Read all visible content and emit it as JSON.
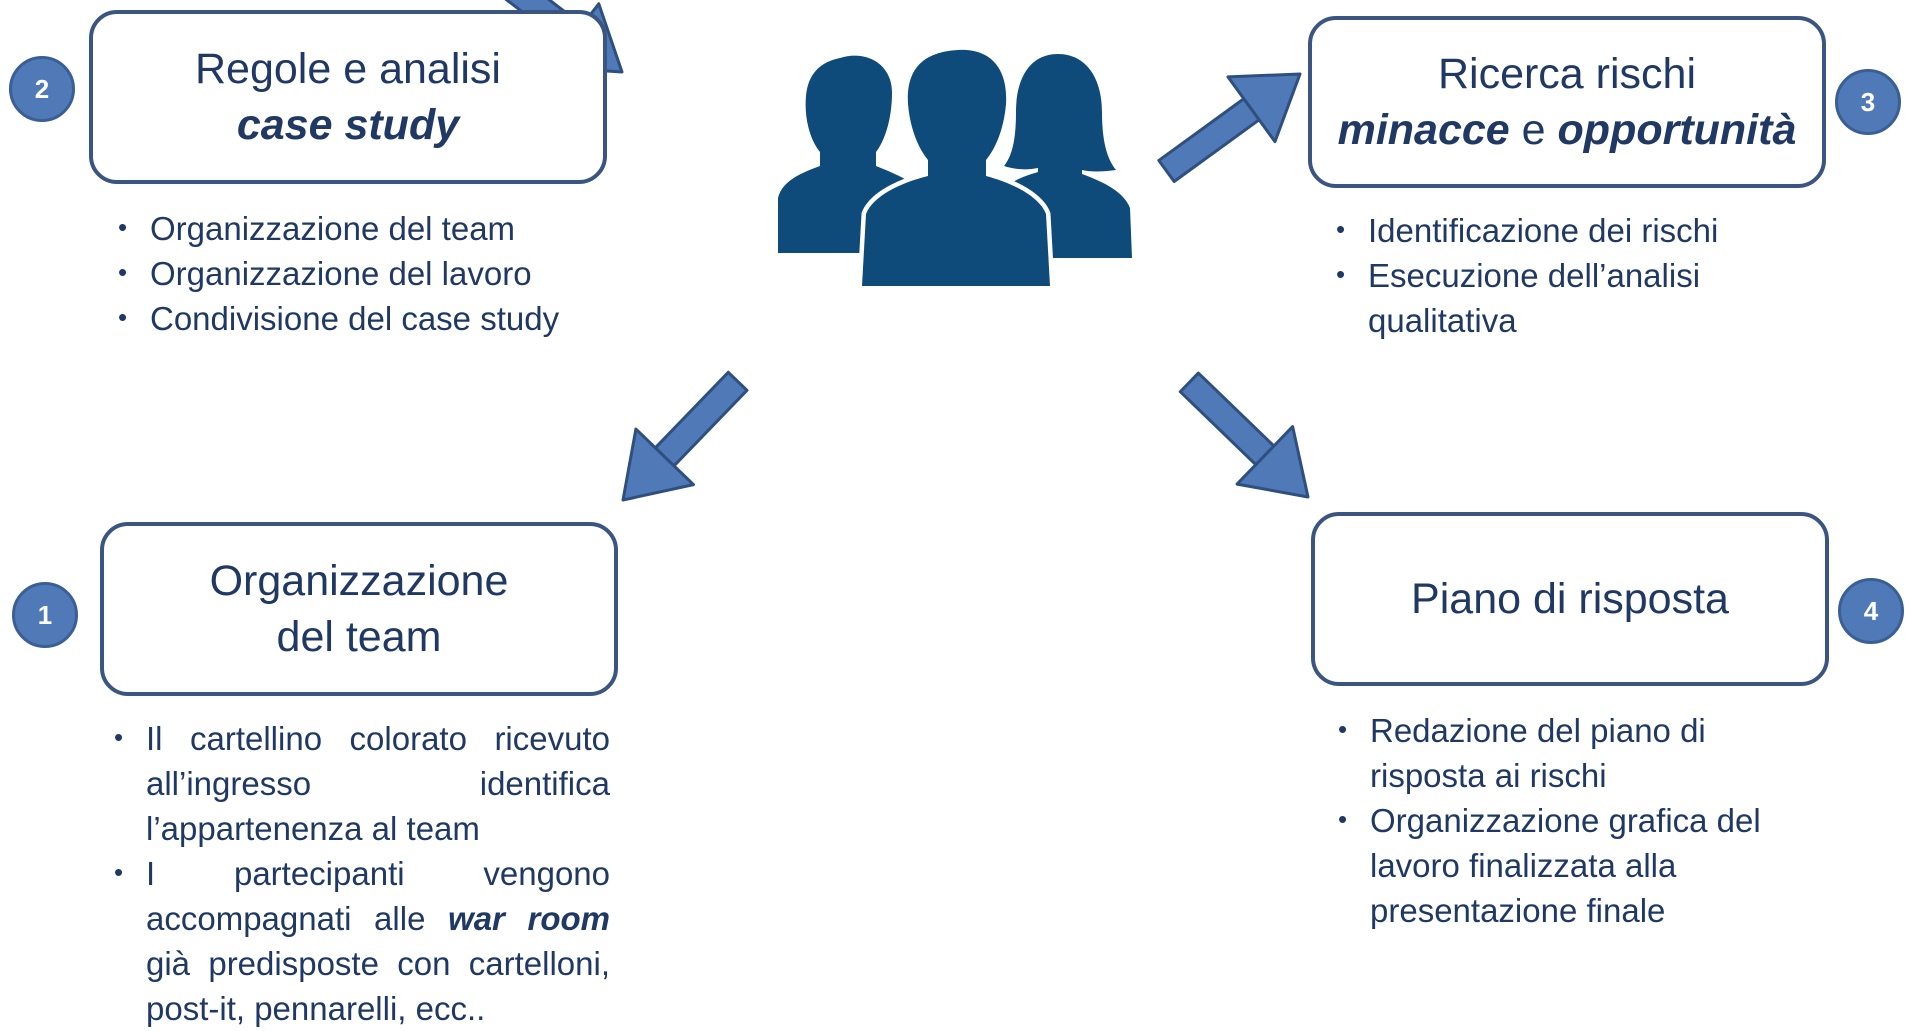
{
  "steps": [
    {
      "number": "2",
      "title_line1": "Regole e analisi",
      "title_line2_emph": "case study",
      "bullets": [
        "Organizzazione del team",
        "Organizzazione del lavoro",
        "Condivisione del case study"
      ]
    },
    {
      "number": "3",
      "title_line1": "Ricerca rischi",
      "title_emph_a": "minacce",
      "title_join": " e ",
      "title_emph_b": "opportunità",
      "bullets": [
        "Identificazione dei rischi",
        "Esecuzione dell’analisi qualitativa"
      ]
    },
    {
      "number": "1",
      "title_line1": "Organizzazione",
      "title_line2": "del team",
      "bullets": [
        "Il cartellino colorato ricevuto all’ingresso identifica l’appartenenza al team",
        {
          "pre": "I partecipanti vengono accompagnati alle ",
          "emph": "war room",
          "post": " già predisposte con cartelloni, post-it, pennarelli, ecc.."
        }
      ]
    },
    {
      "number": "4",
      "title_line1": "Piano di risposta",
      "bullets": [
        "Redazione del piano di risposta ai rischi",
        "Organizzazione grafica del lavoro finalizzata alla presentazione finale"
      ]
    }
  ],
  "icons": {
    "center": "team-people-icon",
    "arrow": "block-arrow-icon"
  },
  "colors": {
    "text": "#1f3864",
    "box_border": "#3a5582",
    "arrow_fill": "#4f79b7",
    "arrow_stroke": "#2f4f7f",
    "badge_fill": "#4f79b7",
    "people_fill": "#0e4a7a"
  }
}
